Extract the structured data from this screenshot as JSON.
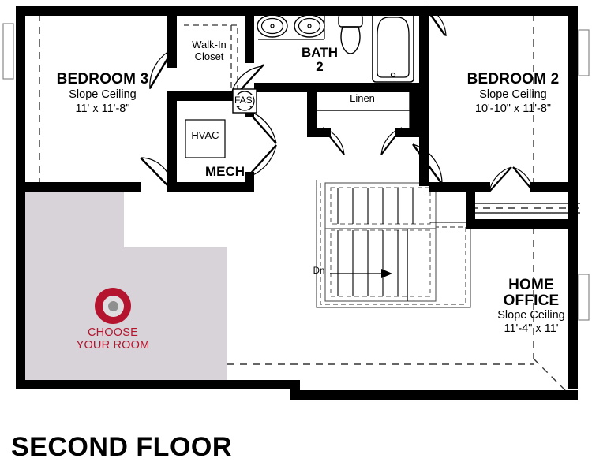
{
  "plan": {
    "title": "SECOND FLOOR",
    "colors": {
      "wall": "#000000",
      "highlight_fill": "#d7d3d8",
      "marker_red": "#b4142d",
      "marker_gray": "#8f8f8f",
      "thin_line": "#000000"
    }
  },
  "rooms": [
    {
      "id": "bedroom-3",
      "name": "BEDROOM 3",
      "ceiling": "Slope Ceiling",
      "dimensions": "11' x 11'-8\""
    },
    {
      "id": "bedroom-2",
      "name": "BEDROOM 2",
      "ceiling": "Slope Ceiling",
      "dimensions": "10'-10\" x 11'-8\""
    },
    {
      "id": "home-office",
      "name_line1": "HOME",
      "name_line2": "OFFICE",
      "ceiling": "Slope Ceiling",
      "dimensions": "11'-4\" x 11'"
    },
    {
      "id": "bath-2",
      "name_line1": "BATH",
      "name_line2": "2"
    },
    {
      "id": "mech",
      "name": "MECH"
    }
  ],
  "annotations": {
    "walk_in_closet_line1": "Walk-In",
    "walk_in_closet_line2": "Closet",
    "linen": "Linen",
    "hvac": "HVAC",
    "fas": "FAS",
    "stairs_down": "Dn"
  },
  "choose_room": {
    "line1": "CHOOSE",
    "line2": "YOUR ROOM"
  }
}
